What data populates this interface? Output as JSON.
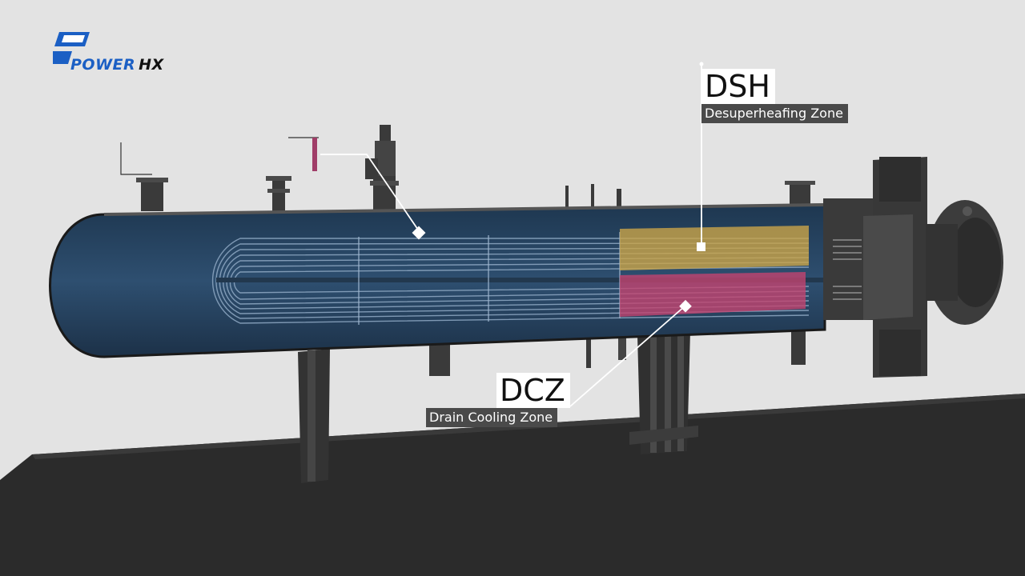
{
  "logo": {
    "brand": "POWER",
    "suffix": "HX",
    "icon": "powerhx-logo-icon",
    "brand_color": "#1b5fc4"
  },
  "callouts": {
    "dsh": {
      "abbr": "DSH",
      "label": "Desuperheafing Zone",
      "highlight_color": "#c9a449"
    },
    "dcz": {
      "abbr": "DCZ",
      "label": "Drain Cooling Zone",
      "highlight_color": "#c2436f"
    }
  },
  "colors": {
    "shell": "#2b4a68",
    "steel": "#3d3d3d",
    "floor": "#2a2a2a",
    "background": "#e3e3e3"
  }
}
